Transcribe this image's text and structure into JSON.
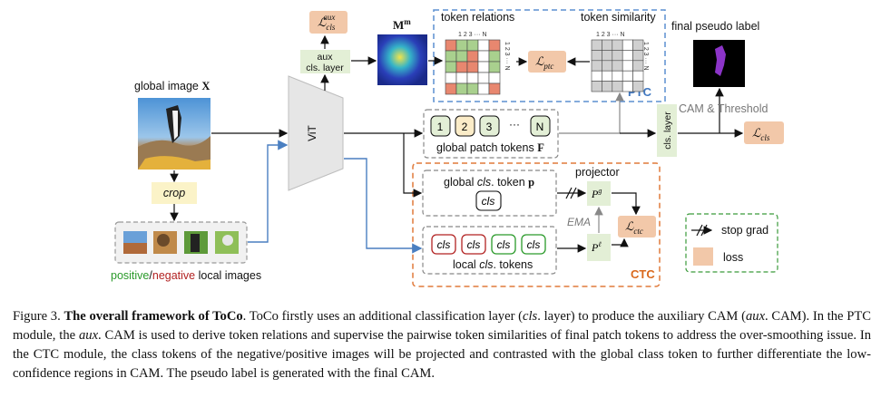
{
  "input": {
    "global_image_label": "global image",
    "global_image_symbol": "X",
    "crop_label": "crop",
    "positive_word": "positive",
    "slash": "/",
    "negative_word": "negative",
    "local_images_rest": " local images"
  },
  "vit": {
    "label": "ViT"
  },
  "aux": {
    "layer_line1": "aux",
    "layer_line2": "cls. layer",
    "loss_symbol": "ℒ",
    "loss_sub": "cls",
    "loss_sup": "aux",
    "cam_symbol": "M",
    "cam_sup": "m"
  },
  "ptc": {
    "label": "PTC",
    "token_relations_label": "token relations",
    "token_similarity_label": "token similarity",
    "index_row": "1  2  3  ···  N",
    "loss_symbol": "ℒ",
    "loss_sub": "ptc",
    "relations_colors": [
      "#e8876f",
      "#a9d08e",
      "#a9d08e",
      "#e8876f"
    ],
    "similarity_color": "#d0d0d0"
  },
  "tokens": {
    "patch_1": "1",
    "patch_2": "2",
    "patch_3": "3",
    "ellipsis": "···",
    "patch_n": "N",
    "patch_label": "global patch tokens",
    "patch_symbol": "F"
  },
  "final": {
    "cls_layer_label": "cls. layer",
    "cam_threshold_label": "CAM & Threshold",
    "loss_symbol": "ℒ",
    "loss_sub": "cls",
    "pseudo_label_title": "final pseudo label"
  },
  "ctc": {
    "label": "CTC",
    "global_cls_prefix": "global",
    "cls_word": "cls",
    "global_cls_suffix": ". token",
    "global_cls_symbol": "p",
    "local_cls_prefix": "local",
    "local_cls_suffix": ". tokens",
    "projector_label": "projector",
    "projector_symbol": "P",
    "projector_global_sup": "g",
    "projector_local_sup": "ℓ",
    "ema_label": "EMA",
    "loss_symbol": "ℒ",
    "loss_sub": "ctc"
  },
  "legend": {
    "stop_grad": "stop grad",
    "loss": "loss"
  },
  "caption": {
    "figure_number": "Figure 3.",
    "title": "The overall framework of ToCo",
    "body_1": ". ToCo firstly uses an additional classification layer (",
    "cls_term": "cls",
    "body_2": ". layer) to produce the auxiliary CAM (",
    "aux_term": "aux",
    "body_3": ". CAM). In the PTC module, the ",
    "body_4": ". CAM is used to derive token relations and supervise the pairwise token similarities of final patch tokens to address the over-smoothing issue. In the CTC module, the class tokens of the negative/positive images will be projected and contrasted with the global class token to further differentiate the low-confidence regions in CAM. The pseudo label is generated with the final CAM."
  }
}
